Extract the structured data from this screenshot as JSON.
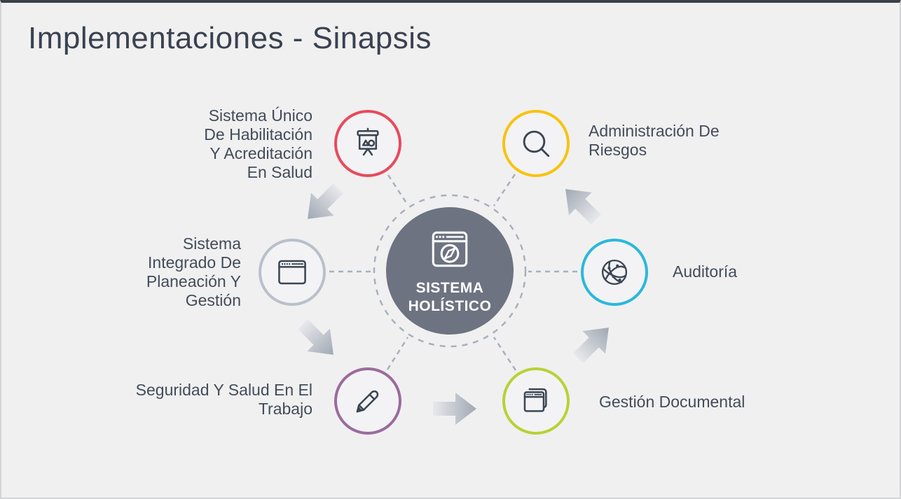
{
  "slide": {
    "title": "Implementaciones - Sinapsis"
  },
  "center": {
    "label": "SISTEMA\nHOLÍSTICO",
    "icon": "browser-compass-icon"
  },
  "satellites": [
    {
      "id": "habilitacion",
      "label": "Sistema Único\nDe Habilitación\nY Acreditación\nEn Salud",
      "icon": "presentation-board-icon",
      "ring_color": "#e84a5c"
    },
    {
      "id": "riesgos",
      "label": "Administración De\nRiesgos",
      "icon": "magnifier-icon",
      "ring_color": "#f8c30f"
    },
    {
      "id": "planeacion",
      "label": "Sistema\nIntegrado De\nPlaneación Y\nGestión",
      "icon": "browser-window-icon",
      "ring_color": "#b9c0cb"
    },
    {
      "id": "auditoria",
      "label": "Auditoría",
      "icon": "globe-network-icon",
      "ring_color": "#2bb8da"
    },
    {
      "id": "seguridad",
      "label": "Seguridad Y Salud En El\nTrabajo",
      "icon": "pencil-icon",
      "ring_color": "#9b6b9d"
    },
    {
      "id": "documental",
      "label": "Gestión Documental",
      "icon": "stacked-windows-icon",
      "ring_color": "#b8d234"
    }
  ],
  "colors": {
    "background": "#f0f0f1",
    "frame_top": "#3a4148",
    "title_text": "#3a4250",
    "label_text": "#434c59",
    "center_fill": "#6d7380",
    "center_text": "#ffffff",
    "icon_stroke": "#3b4553",
    "dashed_line": "#a9b0bb",
    "arrow_light": "#e7e9ec",
    "arrow_dark": "#a0a8b3"
  }
}
